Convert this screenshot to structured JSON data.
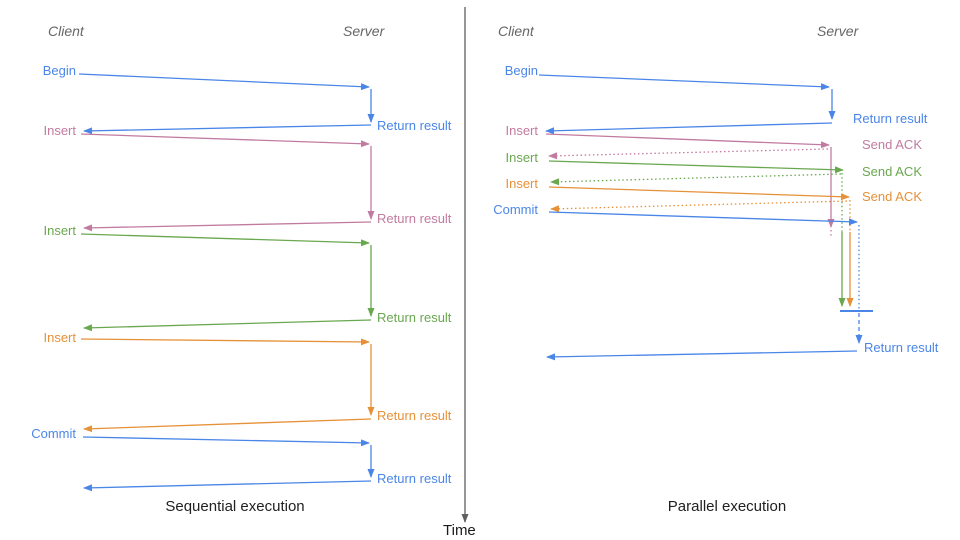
{
  "colors": {
    "blue": "#4a86e8",
    "pink": "#c27ba0",
    "green": "#6aa84f",
    "orange": "#e69138",
    "header": "#666666",
    "title": "#212121",
    "axis": "#5f5f5f",
    "time": "#1a1a1a"
  },
  "time_axis": {
    "label": "Time"
  },
  "sequential": {
    "title": "Sequential execution",
    "client_header": "Client",
    "server_header": "Server",
    "operations": [
      {
        "label": "Begin",
        "color": "blue",
        "response": "Return result"
      },
      {
        "label": "Insert",
        "color": "pink",
        "response": "Return result"
      },
      {
        "label": "Insert",
        "color": "green",
        "response": "Return result"
      },
      {
        "label": "Insert",
        "color": "orange",
        "response": "Return result"
      },
      {
        "label": "Commit",
        "color": "blue",
        "response": "Return result"
      }
    ]
  },
  "parallel": {
    "title": "Parallel execution",
    "client_header": "Client",
    "server_header": "Server",
    "operations": [
      {
        "label": "Begin",
        "color": "blue",
        "response": "Return result"
      },
      {
        "label": "Insert",
        "color": "pink",
        "response": "Send ACK"
      },
      {
        "label": "Insert",
        "color": "green",
        "response": "Send ACK"
      },
      {
        "label": "Insert",
        "color": "orange",
        "response": "Send ACK"
      },
      {
        "label": "Commit",
        "color": "blue",
        "response": "Return result"
      }
    ]
  }
}
